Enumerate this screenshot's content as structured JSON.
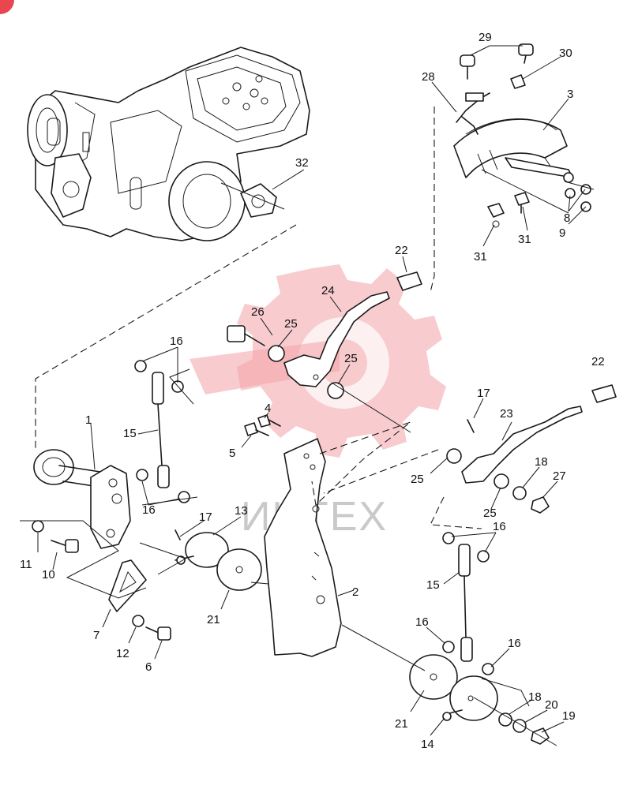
{
  "watermark": {
    "text": "ИНТЕХ",
    "color": "#e8474f"
  },
  "callouts": {
    "c1": "1",
    "c2": "2",
    "c3": "3",
    "c4": "4",
    "c5": "5",
    "c6": "6",
    "c7": "7",
    "c8": "8",
    "c9": "9",
    "c10": "10",
    "c11": "11",
    "c12": "12",
    "c13": "13",
    "c14": "14",
    "c15a": "15",
    "c15b": "15",
    "c16a": "16",
    "c16b": "16",
    "c16c": "16",
    "c16d": "16",
    "c16e": "16",
    "c17a": "17",
    "c17b": "17",
    "c18a": "18",
    "c18b": "18",
    "c19": "19",
    "c20": "20",
    "c21a": "21",
    "c21b": "21",
    "c22a": "22",
    "c22b": "22",
    "c23": "23",
    "c24": "24",
    "c25a": "25",
    "c25b": "25",
    "c25c": "25",
    "c25d": "25",
    "c26": "26",
    "c27": "27",
    "c28": "28",
    "c29": "29",
    "c30": "30",
    "c31a": "31",
    "c31b": "31",
    "c32": "32"
  }
}
